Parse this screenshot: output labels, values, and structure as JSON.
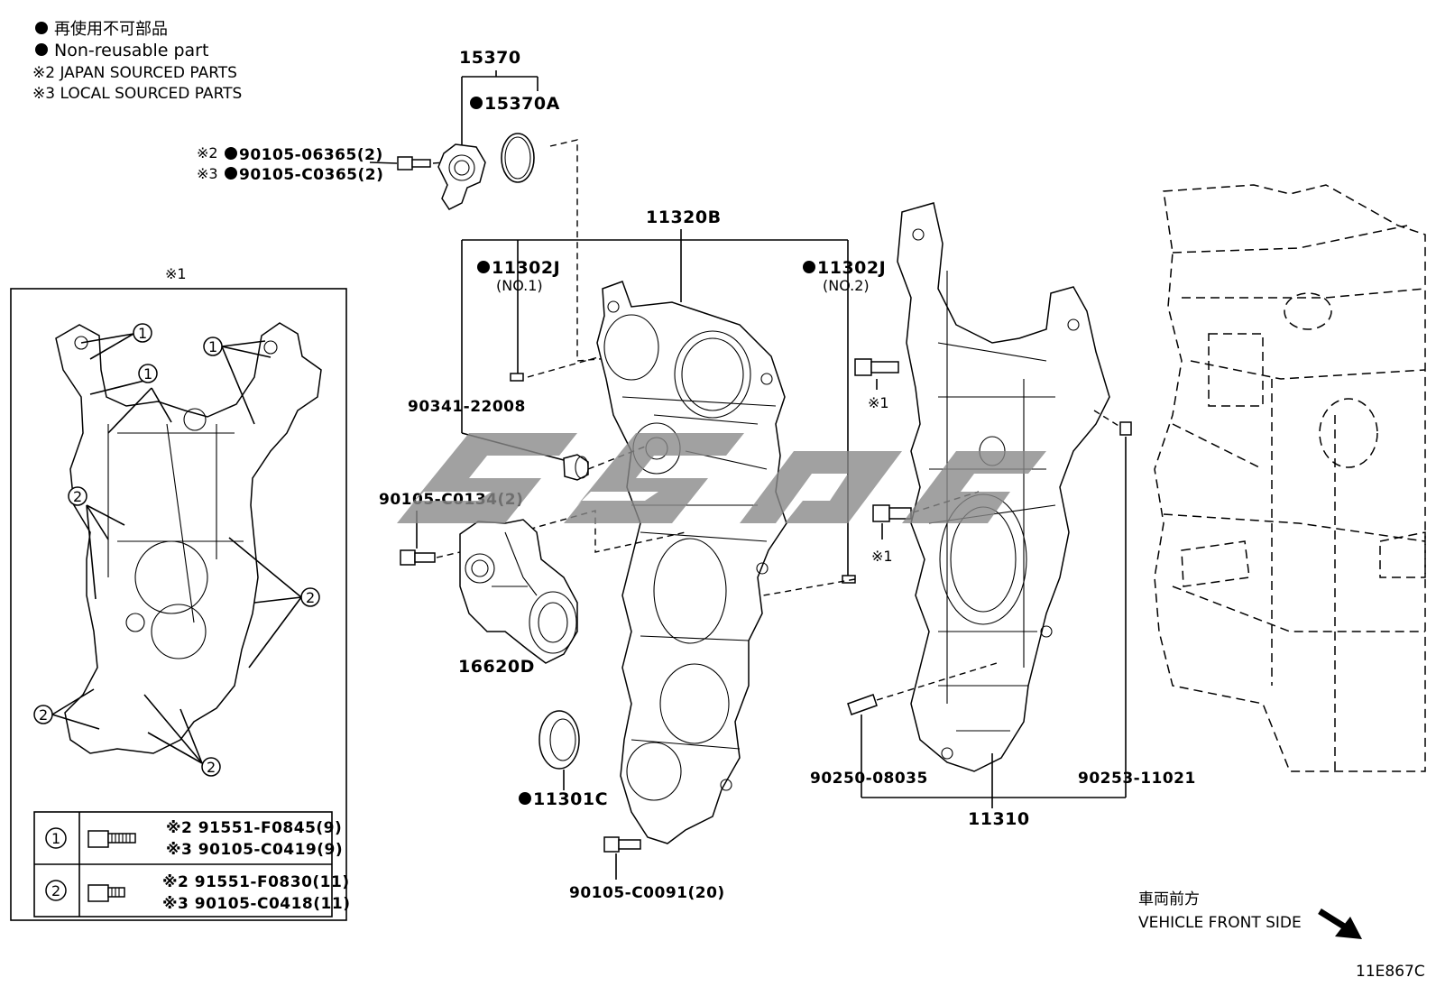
{
  "legend": {
    "line1": "再使用不可部品",
    "line2": "Non-reusable part",
    "line3": "※2 JAPAN SOURCED PARTS",
    "line4": "※3 LOCAL SOURCED PARTS"
  },
  "inset": {
    "title": "※1",
    "callout1": "1",
    "callout2": "2",
    "table": [
      {
        "key": "1",
        "line1": "※2 91551-F0845(9)",
        "line2": "※3 90105-C0419(9)"
      },
      {
        "key": "2",
        "line1": "※2 91551-F0830(11)",
        "line2": "※3 90105-C0418(11)"
      }
    ]
  },
  "labels": {
    "p15370": "15370",
    "p15370A": "15370A",
    "bolt_a1": "※2",
    "bolt_a1_num": "90105-06365(2)",
    "bolt_a2": "※3",
    "bolt_a2_num": "90105-C0365(2)",
    "p11320B": "11320B",
    "p11302J_1": "11302J",
    "no1": "(NO.1)",
    "p11302J_2": "11302J",
    "no2": "(NO.2)",
    "p90341": "90341-22008",
    "p90105_C0134": "90105-C0134(2)",
    "p16620D": "16620D",
    "p11301C": "11301C",
    "p90105_C0091": "90105-C0091(20)",
    "mark1a": "※1",
    "mark1b": "※1",
    "p90250": "90250-08035",
    "p90253": "90253-11021",
    "p11310": "11310",
    "front_jp": "車両前方",
    "front_en": "VEHICLE FRONT SIDE",
    "code": "11E867C"
  }
}
